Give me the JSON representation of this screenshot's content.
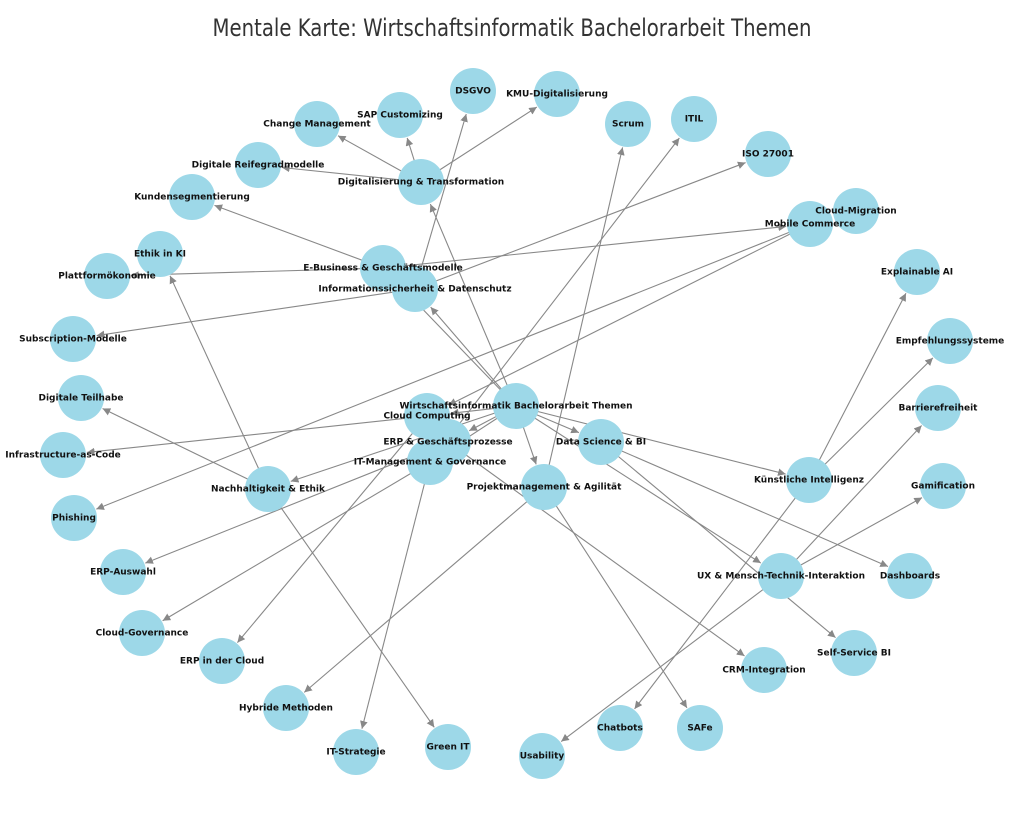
{
  "title": "Mentale Karte: Wirtschaftsinformatik Bachelorarbeit Themen",
  "colors": {
    "node": "#9dd8e8",
    "edge": "#888888",
    "label": "#111111",
    "title": "#333333"
  },
  "nodes": [
    {
      "id": "root",
      "label": "Wirtschaftsinformatik Bachelorarbeit Themen"
    },
    {
      "id": "digi",
      "label": "Digitalisierung & Transformation"
    },
    {
      "id": "ebiz",
      "label": "E-Business & Geschäftsmodelle"
    },
    {
      "id": "isec",
      "label": "Informationssicherheit & Datenschutz"
    },
    {
      "id": "cloud",
      "label": "Cloud Computing"
    },
    {
      "id": "erp",
      "label": "ERP & Geschäftsprozesse"
    },
    {
      "id": "itm",
      "label": "IT-Management & Governance"
    },
    {
      "id": "ds",
      "label": "Data Science & BI"
    },
    {
      "id": "pm",
      "label": "Projektmanagement & Agilität"
    },
    {
      "id": "ne",
      "label": "Nachhaltigkeit & Ethik"
    },
    {
      "id": "ki",
      "label": "Künstliche Intelligenz"
    },
    {
      "id": "ux",
      "label": "UX & Mensch-Technik-Interaktion"
    },
    {
      "id": "mobile",
      "label": "Mobile Commerce"
    },
    {
      "id": "cm",
      "label": "Change Management"
    },
    {
      "id": "sap",
      "label": "SAP Customizing"
    },
    {
      "id": "dsgvo",
      "label": "DSGVO"
    },
    {
      "id": "kmu",
      "label": "KMU-Digitalisierung"
    },
    {
      "id": "scrum",
      "label": "Scrum"
    },
    {
      "id": "itil",
      "label": "ITIL"
    },
    {
      "id": "iso",
      "label": "ISO 27001"
    },
    {
      "id": "reife",
      "label": "Digitale Reifegradmodelle"
    },
    {
      "id": "kunden",
      "label": "Kundensegmentierung"
    },
    {
      "id": "ethikki",
      "label": "Ethik in KI"
    },
    {
      "id": "plattform",
      "label": "Plattformökonomie"
    },
    {
      "id": "cmig",
      "label": "Cloud-Migration"
    },
    {
      "id": "xai",
      "label": "Explainable AI"
    },
    {
      "id": "sub",
      "label": "Subscription-Modelle"
    },
    {
      "id": "empf",
      "label": "Empfehlungssysteme"
    },
    {
      "id": "teilhabe",
      "label": "Digitale Teilhabe"
    },
    {
      "id": "barriere",
      "label": "Barrierefreiheit"
    },
    {
      "id": "iac",
      "label": "Infrastructure-as-Code"
    },
    {
      "id": "gami",
      "label": "Gamification"
    },
    {
      "id": "phishing",
      "label": "Phishing"
    },
    {
      "id": "erpaus",
      "label": "ERP-Auswahl"
    },
    {
      "id": "dash",
      "label": "Dashboards"
    },
    {
      "id": "cgov",
      "label": "Cloud-Governance"
    },
    {
      "id": "ssbi",
      "label": "Self-Service BI"
    },
    {
      "id": "erpcloud",
      "label": "ERP in der Cloud"
    },
    {
      "id": "crm",
      "label": "CRM-Integration"
    },
    {
      "id": "hybrid",
      "label": "Hybride Methoden"
    },
    {
      "id": "greenit",
      "label": "Green IT"
    },
    {
      "id": "chatbots",
      "label": "Chatbots"
    },
    {
      "id": "safe",
      "label": "SAFe"
    },
    {
      "id": "itstrat",
      "label": "IT-Strategie"
    },
    {
      "id": "usab",
      "label": "Usability"
    }
  ],
  "edges": [
    [
      "root",
      "digi"
    ],
    [
      "root",
      "ebiz"
    ],
    [
      "root",
      "isec"
    ],
    [
      "root",
      "cloud"
    ],
    [
      "root",
      "erp"
    ],
    [
      "root",
      "itm"
    ],
    [
      "root",
      "ds"
    ],
    [
      "root",
      "pm"
    ],
    [
      "root",
      "ne"
    ],
    [
      "root",
      "ki"
    ],
    [
      "root",
      "ux"
    ],
    [
      "digi",
      "cm"
    ],
    [
      "digi",
      "sap"
    ],
    [
      "digi",
      "kmu"
    ],
    [
      "digi",
      "reife"
    ],
    [
      "isec",
      "dsgvo"
    ],
    [
      "isec",
      "sub"
    ],
    [
      "isec",
      "iso"
    ],
    [
      "ebiz",
      "kunden"
    ],
    [
      "ebiz",
      "plattform"
    ],
    [
      "ebiz",
      "mobile"
    ],
    [
      "mobile",
      "phishing"
    ],
    [
      "mobile",
      "cloud"
    ],
    [
      "pm",
      "scrum"
    ],
    [
      "pm",
      "hybrid"
    ],
    [
      "pm",
      "safe"
    ],
    [
      "itm",
      "itil"
    ],
    [
      "itm",
      "cgov"
    ],
    [
      "itm",
      "itstrat"
    ],
    [
      "cloud",
      "iac"
    ],
    [
      "cloud",
      "erpcloud"
    ],
    [
      "erp",
      "erpaus"
    ],
    [
      "erp",
      "crm"
    ],
    [
      "ne",
      "ethikki"
    ],
    [
      "ne",
      "teilhabe"
    ],
    [
      "ne",
      "greenit"
    ],
    [
      "ki",
      "xai"
    ],
    [
      "ki",
      "empf"
    ],
    [
      "ki",
      "chatbots"
    ],
    [
      "ux",
      "barriere"
    ],
    [
      "ux",
      "gami"
    ],
    [
      "ux",
      "usab"
    ],
    [
      "ds",
      "dash"
    ],
    [
      "ds",
      "ssbi"
    ]
  ]
}
